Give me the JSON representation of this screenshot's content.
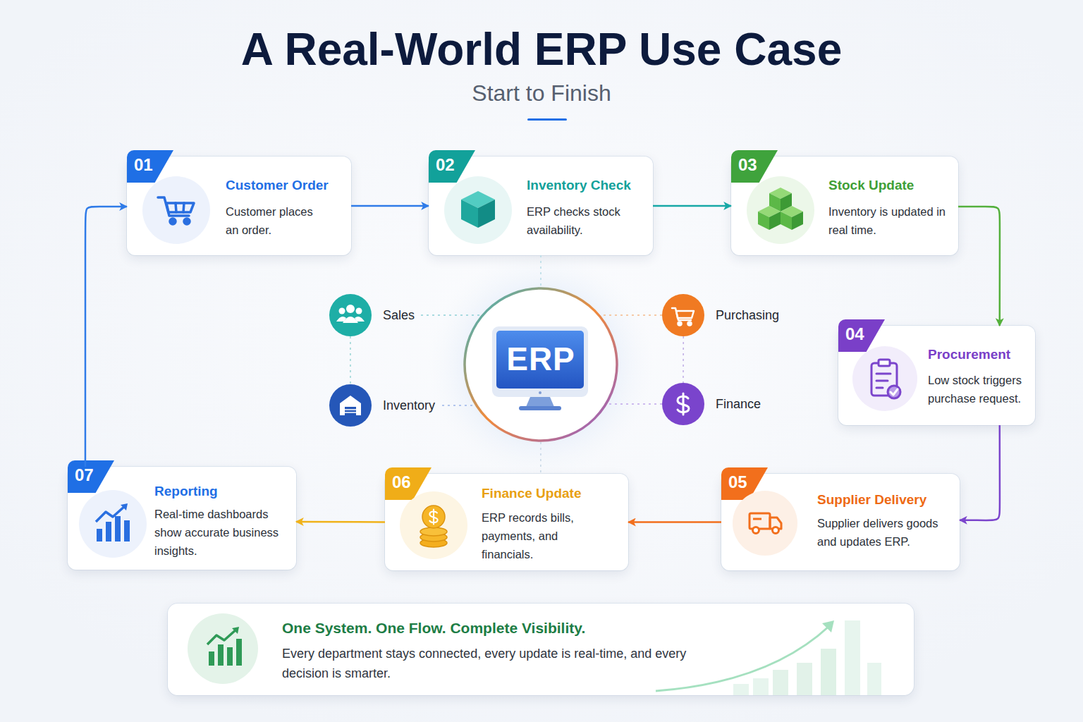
{
  "diagram": {
    "title": "A Real-World ERP Use Case",
    "nodes": [
      {
        "text": [
          "01",
          "Customer Order",
          "Customer places an order."
        ]
      },
      {
        "text": [
          "02",
          "Inventory Check",
          "ERP checks stock availability."
        ]
      },
      {
        "text": [
          "03",
          "Stock Update",
          "Inventory is updated in real time."
        ]
      },
      {
        "text": [
          "04",
          "Procurement",
          "Low stock triggers purchase request."
        ]
      },
      {
        "text": [
          "05",
          "Supplier Delivery",
          "Supplier delivers goods and updates ERP."
        ]
      },
      {
        "text": [
          "06",
          "Finance Update",
          "ERP records bills, payments, and financials."
        ]
      },
      {
        "text": [
          "07",
          "Reporting",
          "Real-time dashboards show accurate business insights."
        ]
      },
      {
        "text": [
          "ERP"
        ]
      },
      {
        "text": [
          "Sales"
        ]
      },
      {
        "text": [
          "Purchasing"
        ]
      },
      {
        "text": [
          "Inventory"
        ]
      },
      {
        "text": [
          "Finance"
        ]
      },
      {
        "text": [
          "One System. One Flow. Complete Visibility.",
          "Every department stays connected, every update is real-time, and every decision is smarter."
        ]
      }
    ],
    "edges": [
      {
        "from": 0,
        "to": 1,
        "arrow": "to"
      },
      {
        "from": 1,
        "to": 2,
        "arrow": "to"
      },
      {
        "from": 2,
        "to": 3,
        "arrow": "to"
      },
      {
        "from": 3,
        "to": 4,
        "arrow": "to"
      },
      {
        "from": 4,
        "to": 5,
        "arrow": "to"
      },
      {
        "from": 5,
        "to": 6,
        "arrow": "to"
      },
      {
        "from": 6,
        "to": 0,
        "arrow": "to"
      },
      {
        "from": 8,
        "to": 7,
        "arrow": "none"
      },
      {
        "from": 9,
        "to": 7,
        "arrow": "none"
      },
      {
        "from": 10,
        "to": 7,
        "arrow": "none"
      },
      {
        "from": 11,
        "to": 7,
        "arrow": "none"
      },
      {
        "from": 8,
        "to": 10,
        "arrow": "none"
      },
      {
        "from": 9,
        "to": 11,
        "arrow": "none"
      },
      {
        "from": 1,
        "to": 7,
        "arrow": "none"
      },
      {
        "from": 7,
        "to": 5,
        "arrow": "none"
      }
    ],
    "labels": [
      "Start to Finish"
    ]
  }
}
